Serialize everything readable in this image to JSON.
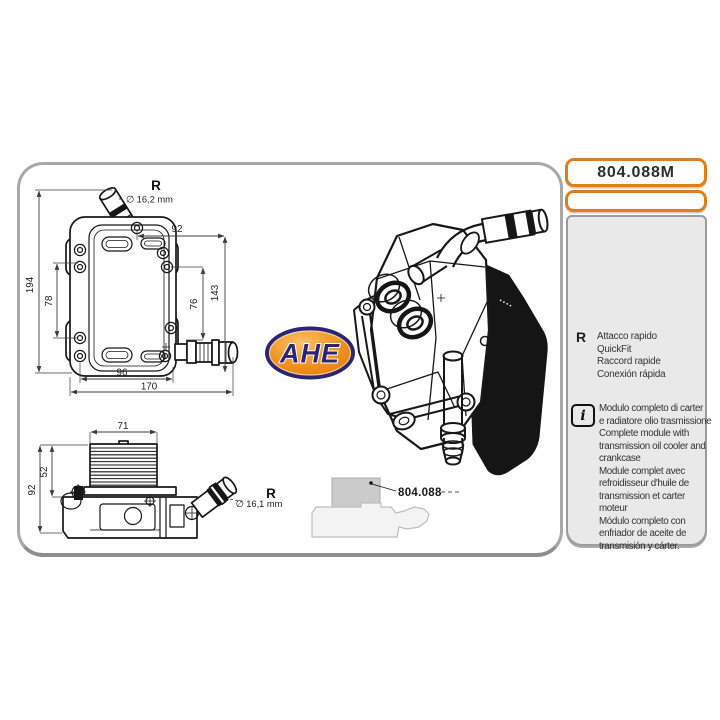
{
  "part": {
    "number": "804.088M",
    "base_number": "804.088"
  },
  "brand": {
    "name": "AHE"
  },
  "sidebar": {
    "quickfit": {
      "symbol": "R",
      "lines": [
        "Attacco rapido",
        "QuickFit",
        "Raccord rapide",
        "Conexión rápida"
      ]
    },
    "info": {
      "icon_glyph": "i",
      "lines": [
        "Modulo completo di carter",
        "e radiatore olio trasmissione",
        "Complete module with",
        "transmission oil cooler and",
        "crankcase",
        "Module complet avec",
        "refroidisseur d'huile de",
        "transmission et carter moteur",
        "Módulo completo con",
        "enfriador de aceite de",
        "transmisión y cárter."
      ]
    }
  },
  "front_view": {
    "fitting_symbol": "R",
    "fitting_diameter": "∅ 16,2 mm",
    "dim_total_height": "194",
    "dim_plate_height": "78",
    "dim_top_width": "92",
    "dim_right_height": "143",
    "dim_right_inner": "76",
    "dim_bottom_inner": "96",
    "dim_bottom_total": "170"
  },
  "side_view": {
    "fitting_symbol": "R",
    "fitting_diameter": "∅ 16,1 mm",
    "dim_core_width": "71",
    "dim_core_height": "52",
    "dim_total_height": "92"
  },
  "callout": {
    "label": "804.088"
  },
  "colors": {
    "accent_orange": "#dd7f1c",
    "panel_gray": "#e9e9e9",
    "logo_orange": "#f1931f",
    "logo_navy": "#2b2574"
  }
}
